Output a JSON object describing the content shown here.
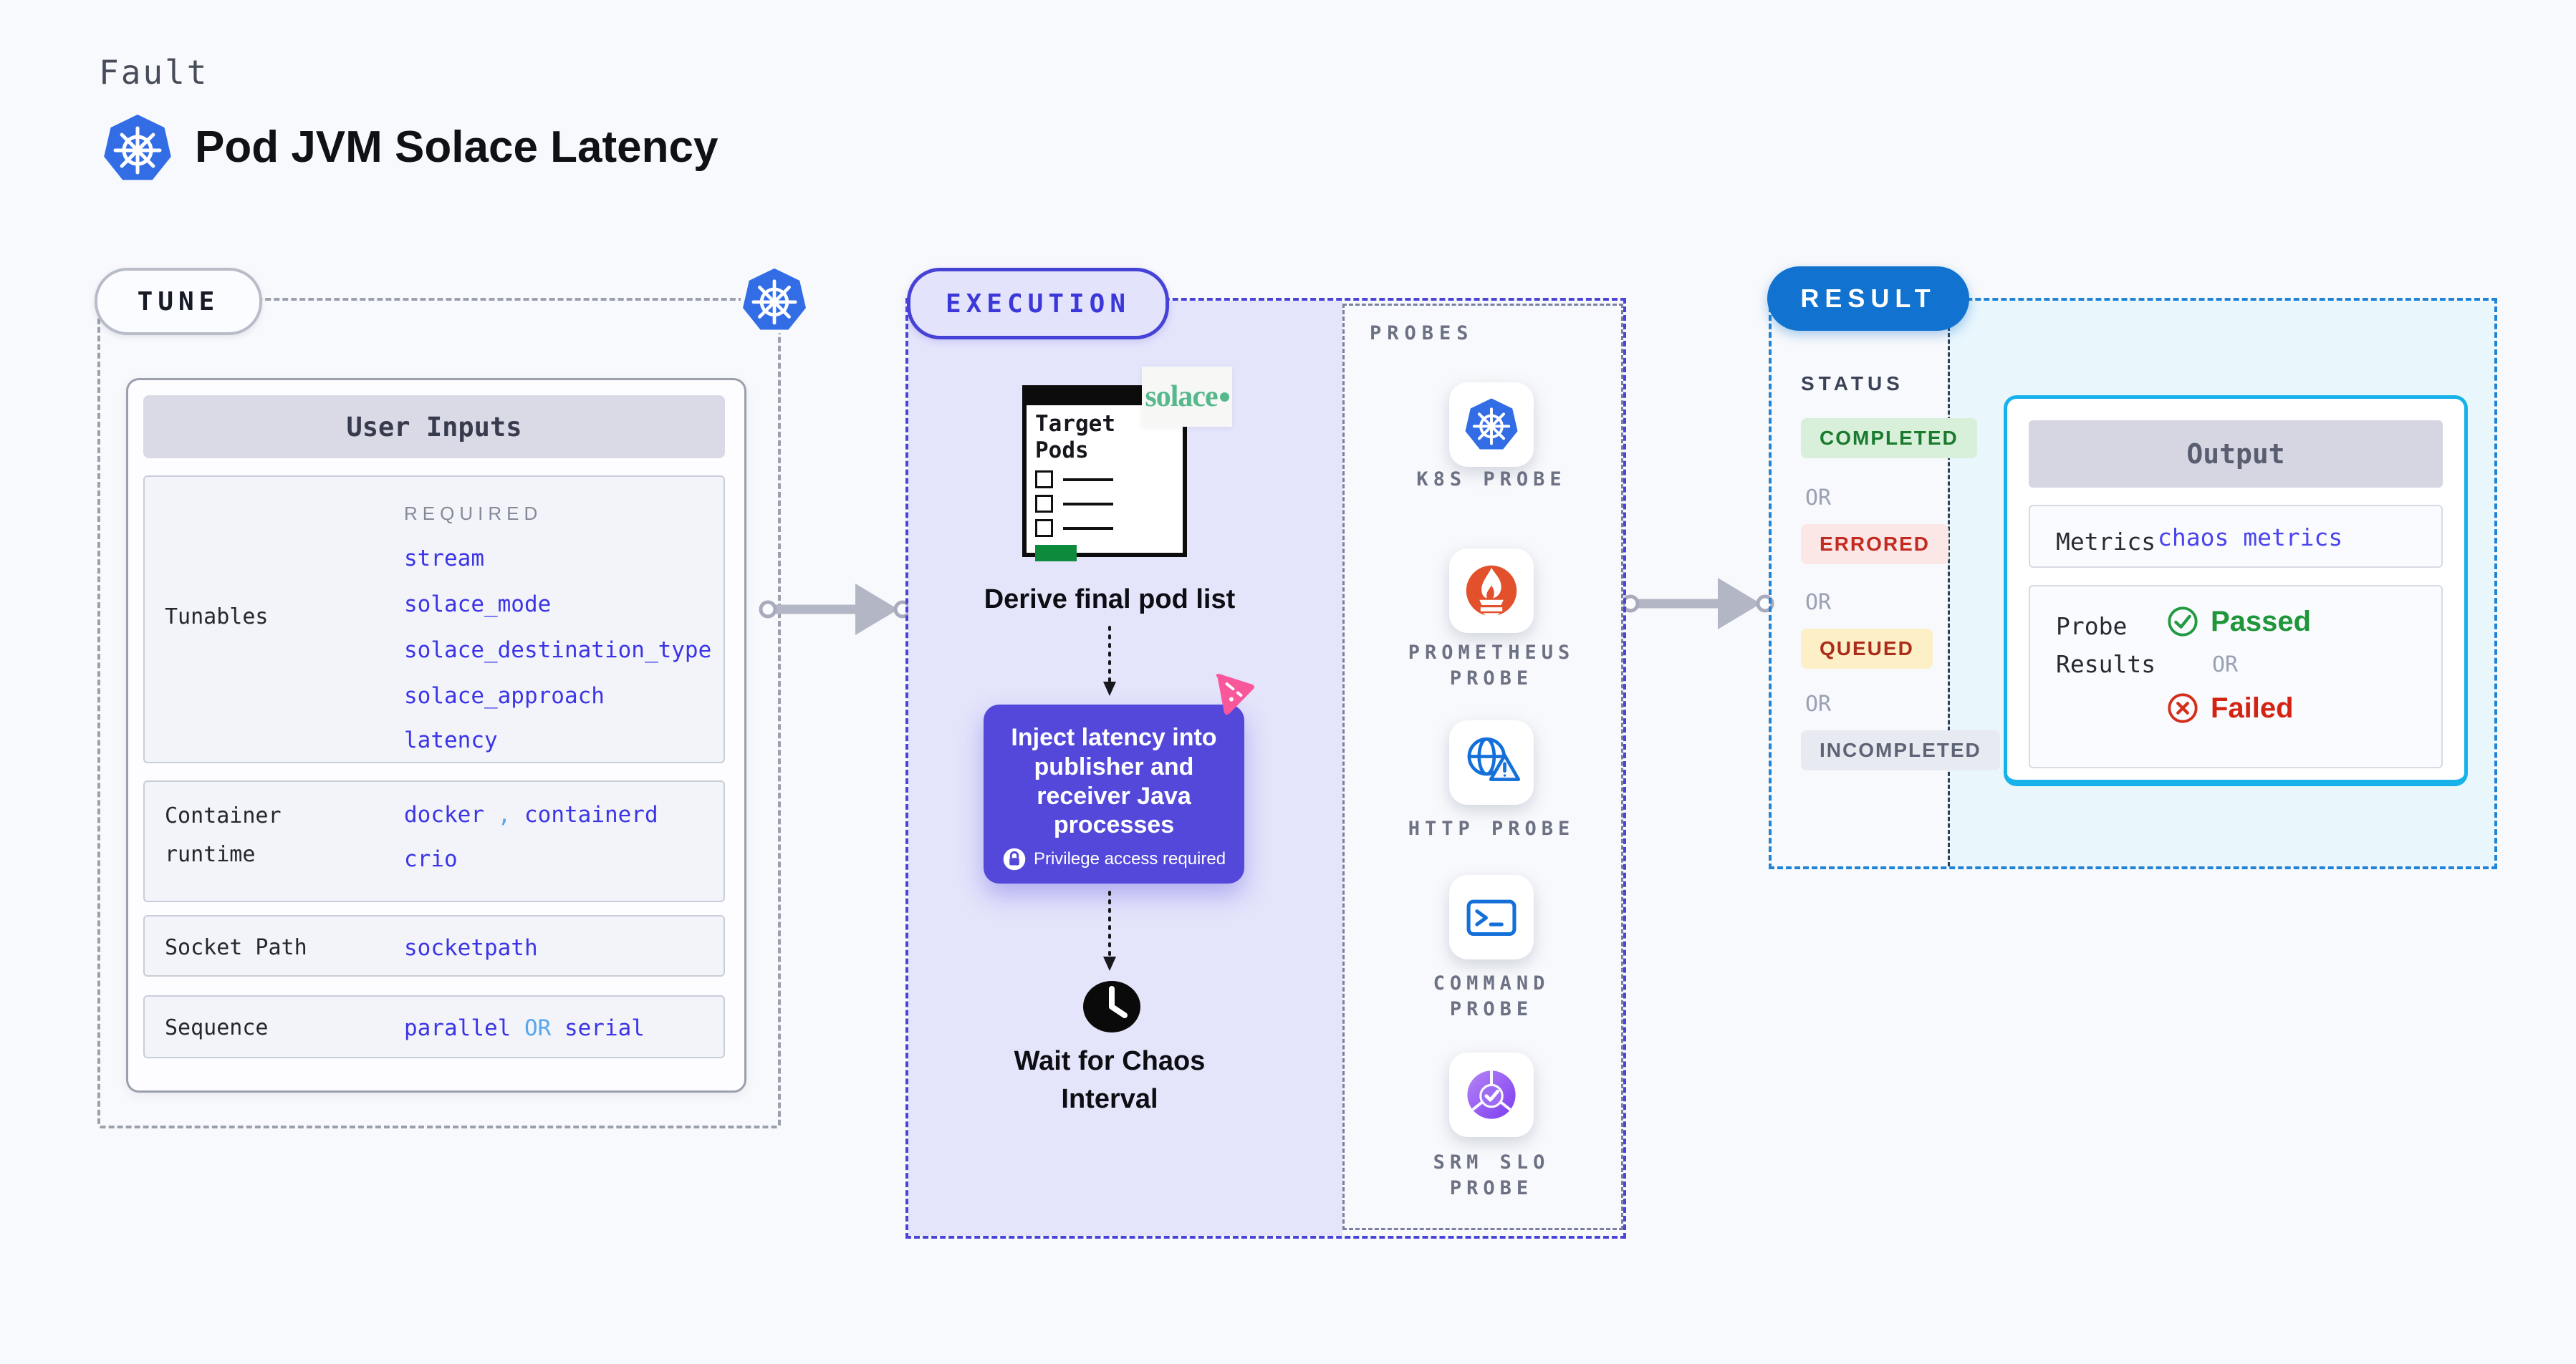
{
  "page": {
    "fault_label": "Fault",
    "title": "Pod JVM Solace Latency"
  },
  "tune": {
    "pill_label": "TUNE",
    "user_inputs": {
      "title": "User Inputs",
      "required_label": "REQUIRED",
      "tunables_label": "Tunables",
      "tunable_values": [
        "stream",
        "solace_mode",
        "solace_destination_type",
        "solace_approach",
        "latency"
      ],
      "container_runtime": {
        "label_line1": "Container",
        "label_line2": "runtime",
        "value1": "docker",
        "comma": ",",
        "value2": "containerd",
        "value3": "crio"
      },
      "socket_path": {
        "label": "Socket Path",
        "value": "socketpath"
      },
      "sequence": {
        "label": "Sequence",
        "value1": "parallel",
        "or": "OR",
        "value2": "serial"
      }
    }
  },
  "execution": {
    "pill_label": "EXECUTION",
    "target_pods": {
      "line1": "Target",
      "line2": "Pods"
    },
    "solace_text": "solace",
    "derive_label": "Derive final pod list",
    "inject_label": "Inject latency into publisher and receiver Java processes",
    "privilege_label": "Privilege access required",
    "wait_line1": "Wait for Chaos",
    "wait_line2": "Interval"
  },
  "probes": {
    "section_label": "PROBES",
    "items": [
      {
        "line1": "K8S PROBE",
        "line2": ""
      },
      {
        "line1": "PROMETHEUS",
        "line2": "PROBE"
      },
      {
        "line1": "HTTP PROBE",
        "line2": ""
      },
      {
        "line1": "COMMAND",
        "line2": "PROBE"
      },
      {
        "line1": "SRM SLO",
        "line2": "PROBE"
      }
    ]
  },
  "result": {
    "pill_label": "RESULT",
    "status_label": "STATUS",
    "or_label": "OR",
    "status_badges": [
      "COMPLETED",
      "ERRORED",
      "QUEUED",
      "INCOMPLETED"
    ],
    "output": {
      "title": "Output",
      "metrics_label": "Metrics",
      "metrics_value": "chaos metrics",
      "probe_results_line1": "Probe",
      "probe_results_line2": "Results",
      "passed_label": "Passed",
      "or_label": "OR",
      "failed_label": "Failed"
    }
  },
  "colors": {
    "kubernetes_blue": "#326de6",
    "execution_indigo": "#4a45d7",
    "inject_purple": "#5348da",
    "result_blue": "#1173cf",
    "output_cyan_border": "#18b2ea",
    "completed_green": "#1a7a2e",
    "errored_red": "#c32a21",
    "queued_yellow_bg": "#fdf0c6",
    "passed_green": "#1f9639",
    "failed_red": "#d42313",
    "tunable_value_blue": "#3b35e6",
    "solace_green": "#57b88b",
    "prometheus_orange": "#e2512b"
  }
}
